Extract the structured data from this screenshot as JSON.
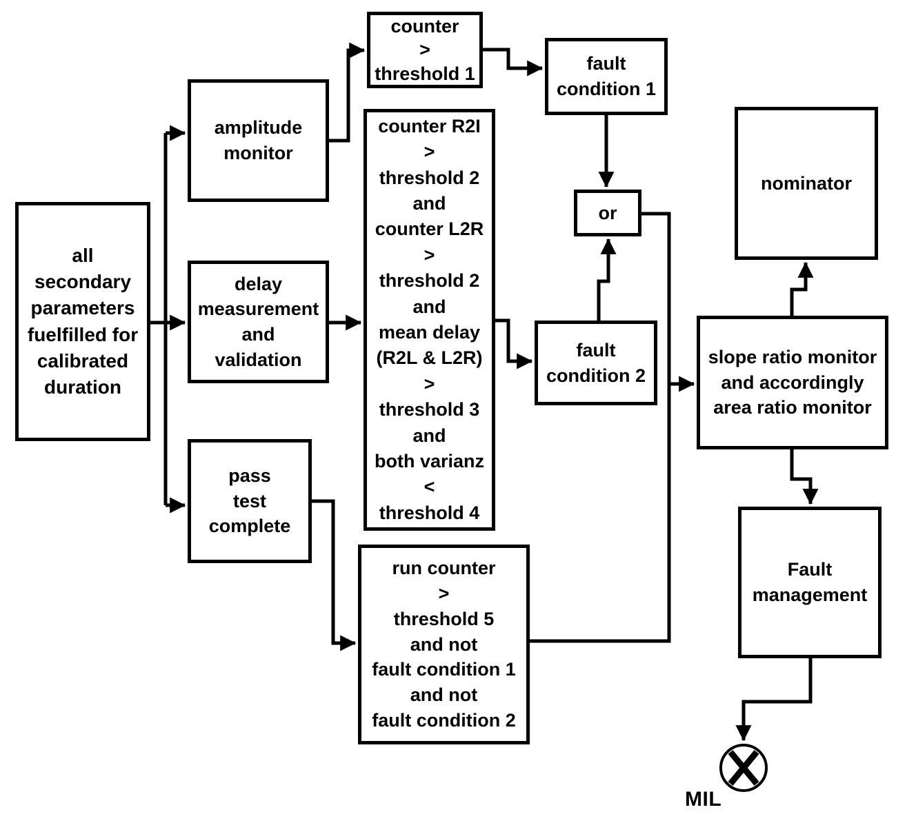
{
  "diagram": {
    "nodes": {
      "secondary_parameters": {
        "label": "all\nsecondary\nparameters\nfuelfilled for\ncalibrated\nduration"
      },
      "amplitude_monitor": {
        "label": "amplitude\nmonitor"
      },
      "counter_threshold_1": {
        "label": "counter\n>\nthreshold 1"
      },
      "fault_condition_1": {
        "label": "fault\ncondition 1"
      },
      "delay_criteria": {
        "label": "counter R2I\n>\nthreshold 2\nand\ncounter L2R\n>\nthreshold 2\nand\nmean delay\n(R2L & L2R)\n>\nthreshold 3\nand\nboth varianz\n<\nthreshold 4"
      },
      "delay_measurement": {
        "label": "delay\nmeasurement\nand\nvalidation"
      },
      "pass_test_complete": {
        "label": "pass\ntest\ncomplete"
      },
      "run_counter_criteria": {
        "label": "run counter\n>\nthreshold 5\nand not\nfault condition 1\nand not\nfault condition 2"
      },
      "fault_condition_2": {
        "label": "fault\ncondition 2"
      },
      "or_gate": {
        "label": "or"
      },
      "nominator": {
        "label": "nominator"
      },
      "slope_ratio_monitor": {
        "label": "slope ratio monitor\nand accordingly\narea ratio monitor"
      },
      "fault_management": {
        "label": "Fault\nmanagement"
      },
      "mil": {
        "label": "MIL",
        "icon": "circle-x-indicator"
      }
    },
    "colors": {
      "line": "#000000",
      "background": "#ffffff"
    }
  }
}
